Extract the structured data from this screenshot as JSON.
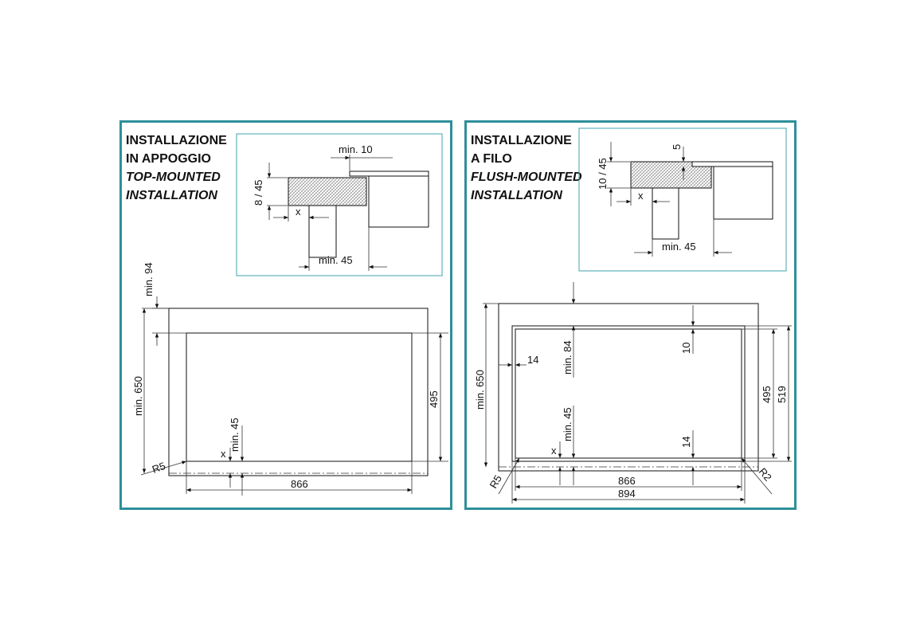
{
  "panels": [
    {
      "title_it_1": "INSTALLAZIONE",
      "title_it_2": "IN APPOGGIO",
      "title_en_1": "TOP-MOUNTED",
      "title_en_2": "INSTALLATION",
      "dims": {
        "min10": "min. 10",
        "d8_45": "8 / 45",
        "x_inset": "x",
        "min45_inset": "min. 45",
        "min94": "min. 94",
        "min650": "min. 650",
        "d495": "495",
        "min45": "min. 45",
        "x": "x",
        "r5": "R5",
        "d866": "866"
      }
    },
    {
      "title_it_1": "INSTALLAZIONE",
      "title_it_2": "A FILO",
      "title_en_1": "FLUSH-MOUNTED",
      "title_en_2": "INSTALLATION",
      "dims": {
        "d5": "5",
        "d10_45": "10 / 45",
        "x_inset": "x",
        "min45_inset": "min. 45",
        "min650": "min. 650",
        "d14_left": "14",
        "min84": "min. 84",
        "d10": "10",
        "d495": "495",
        "d519": "519",
        "min45": "min. 45",
        "x": "x",
        "d14_bottom": "14",
        "r5": "R5",
        "r2": "R2",
        "d866": "866",
        "d894": "894"
      }
    }
  ]
}
